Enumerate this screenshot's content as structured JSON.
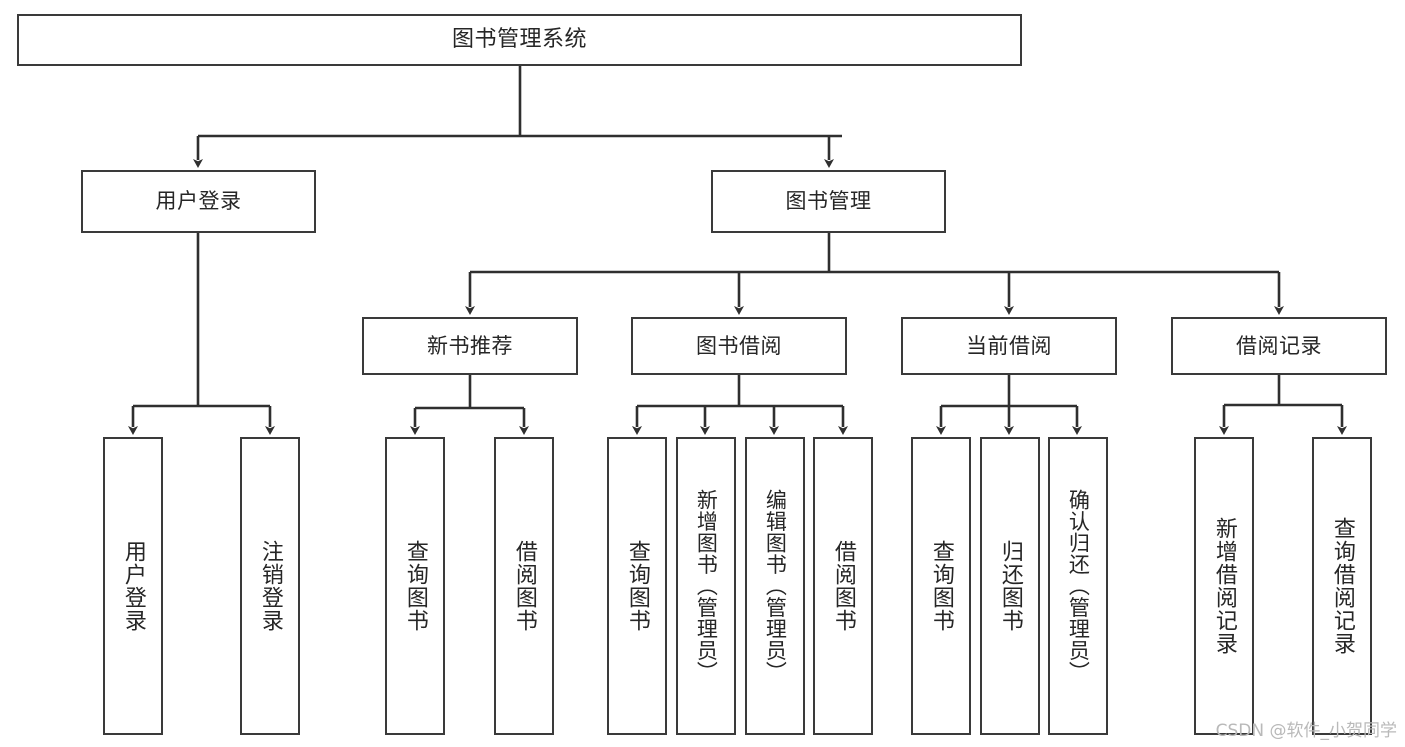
{
  "diagram": {
    "title": "图书管理系统",
    "watermark": "CSDN @软件_小贺同学",
    "colors": {
      "box_border": "#3a3a3a",
      "box_fill": "#ffffff",
      "edge": "#2f2f2f",
      "text": "#262626",
      "watermark": "#b9b9b9",
      "background": "#ffffff"
    },
    "levels": {
      "root": "图书管理系统",
      "level2": [
        "用户登录",
        "图书管理"
      ],
      "level3": [
        "新书推荐",
        "图书借阅",
        "当前借阅",
        "借阅记录"
      ]
    },
    "nodes": {
      "root": {
        "label": "图书管理系统"
      },
      "user_login": {
        "label": "用户登录"
      },
      "book_manage": {
        "label": "图书管理"
      },
      "new_book_rec": {
        "label": "新书推荐"
      },
      "book_borrow": {
        "label": "图书借阅"
      },
      "current_borrow": {
        "label": "当前借阅"
      },
      "borrow_record": {
        "label": "借阅记录"
      },
      "leaf_user_login": {
        "label": "用户登录"
      },
      "leaf_logout": {
        "label": "注销登录"
      },
      "leaf_query_book_1": {
        "label": "查询图书"
      },
      "leaf_borrow_book_1": {
        "label": "借阅图书"
      },
      "leaf_query_book_2": {
        "label": "查询图书"
      },
      "leaf_add_book": {
        "label": "新增图书（管理员）"
      },
      "leaf_edit_book": {
        "label": "编辑图书（管理员）"
      },
      "leaf_borrow_book_2": {
        "label": "借阅图书"
      },
      "leaf_query_book_3": {
        "label": "查询图书"
      },
      "leaf_return_book": {
        "label": "归还图书"
      },
      "leaf_confirm_return": {
        "label": "确认归还（管理员）"
      },
      "leaf_add_record": {
        "label": "新增借阅记录"
      },
      "leaf_query_record": {
        "label": "查询借阅记录"
      }
    },
    "tree": [
      {
        "label": "图书管理系统",
        "children": [
          {
            "label": "用户登录",
            "children": [
              {
                "label": "用户登录"
              },
              {
                "label": "注销登录"
              }
            ]
          },
          {
            "label": "图书管理",
            "children": [
              {
                "label": "新书推荐",
                "children": [
                  {
                    "label": "查询图书"
                  },
                  {
                    "label": "借阅图书"
                  }
                ]
              },
              {
                "label": "图书借阅",
                "children": [
                  {
                    "label": "查询图书"
                  },
                  {
                    "label": "新增图书（管理员）"
                  },
                  {
                    "label": "编辑图书（管理员）"
                  },
                  {
                    "label": "借阅图书"
                  }
                ]
              },
              {
                "label": "当前借阅",
                "children": [
                  {
                    "label": "查询图书"
                  },
                  {
                    "label": "归还图书"
                  },
                  {
                    "label": "确认归还（管理员）"
                  }
                ]
              },
              {
                "label": "借阅记录",
                "children": [
                  {
                    "label": "新增借阅记录"
                  },
                  {
                    "label": "查询借阅记录"
                  }
                ]
              }
            ]
          }
        ]
      }
    ]
  }
}
